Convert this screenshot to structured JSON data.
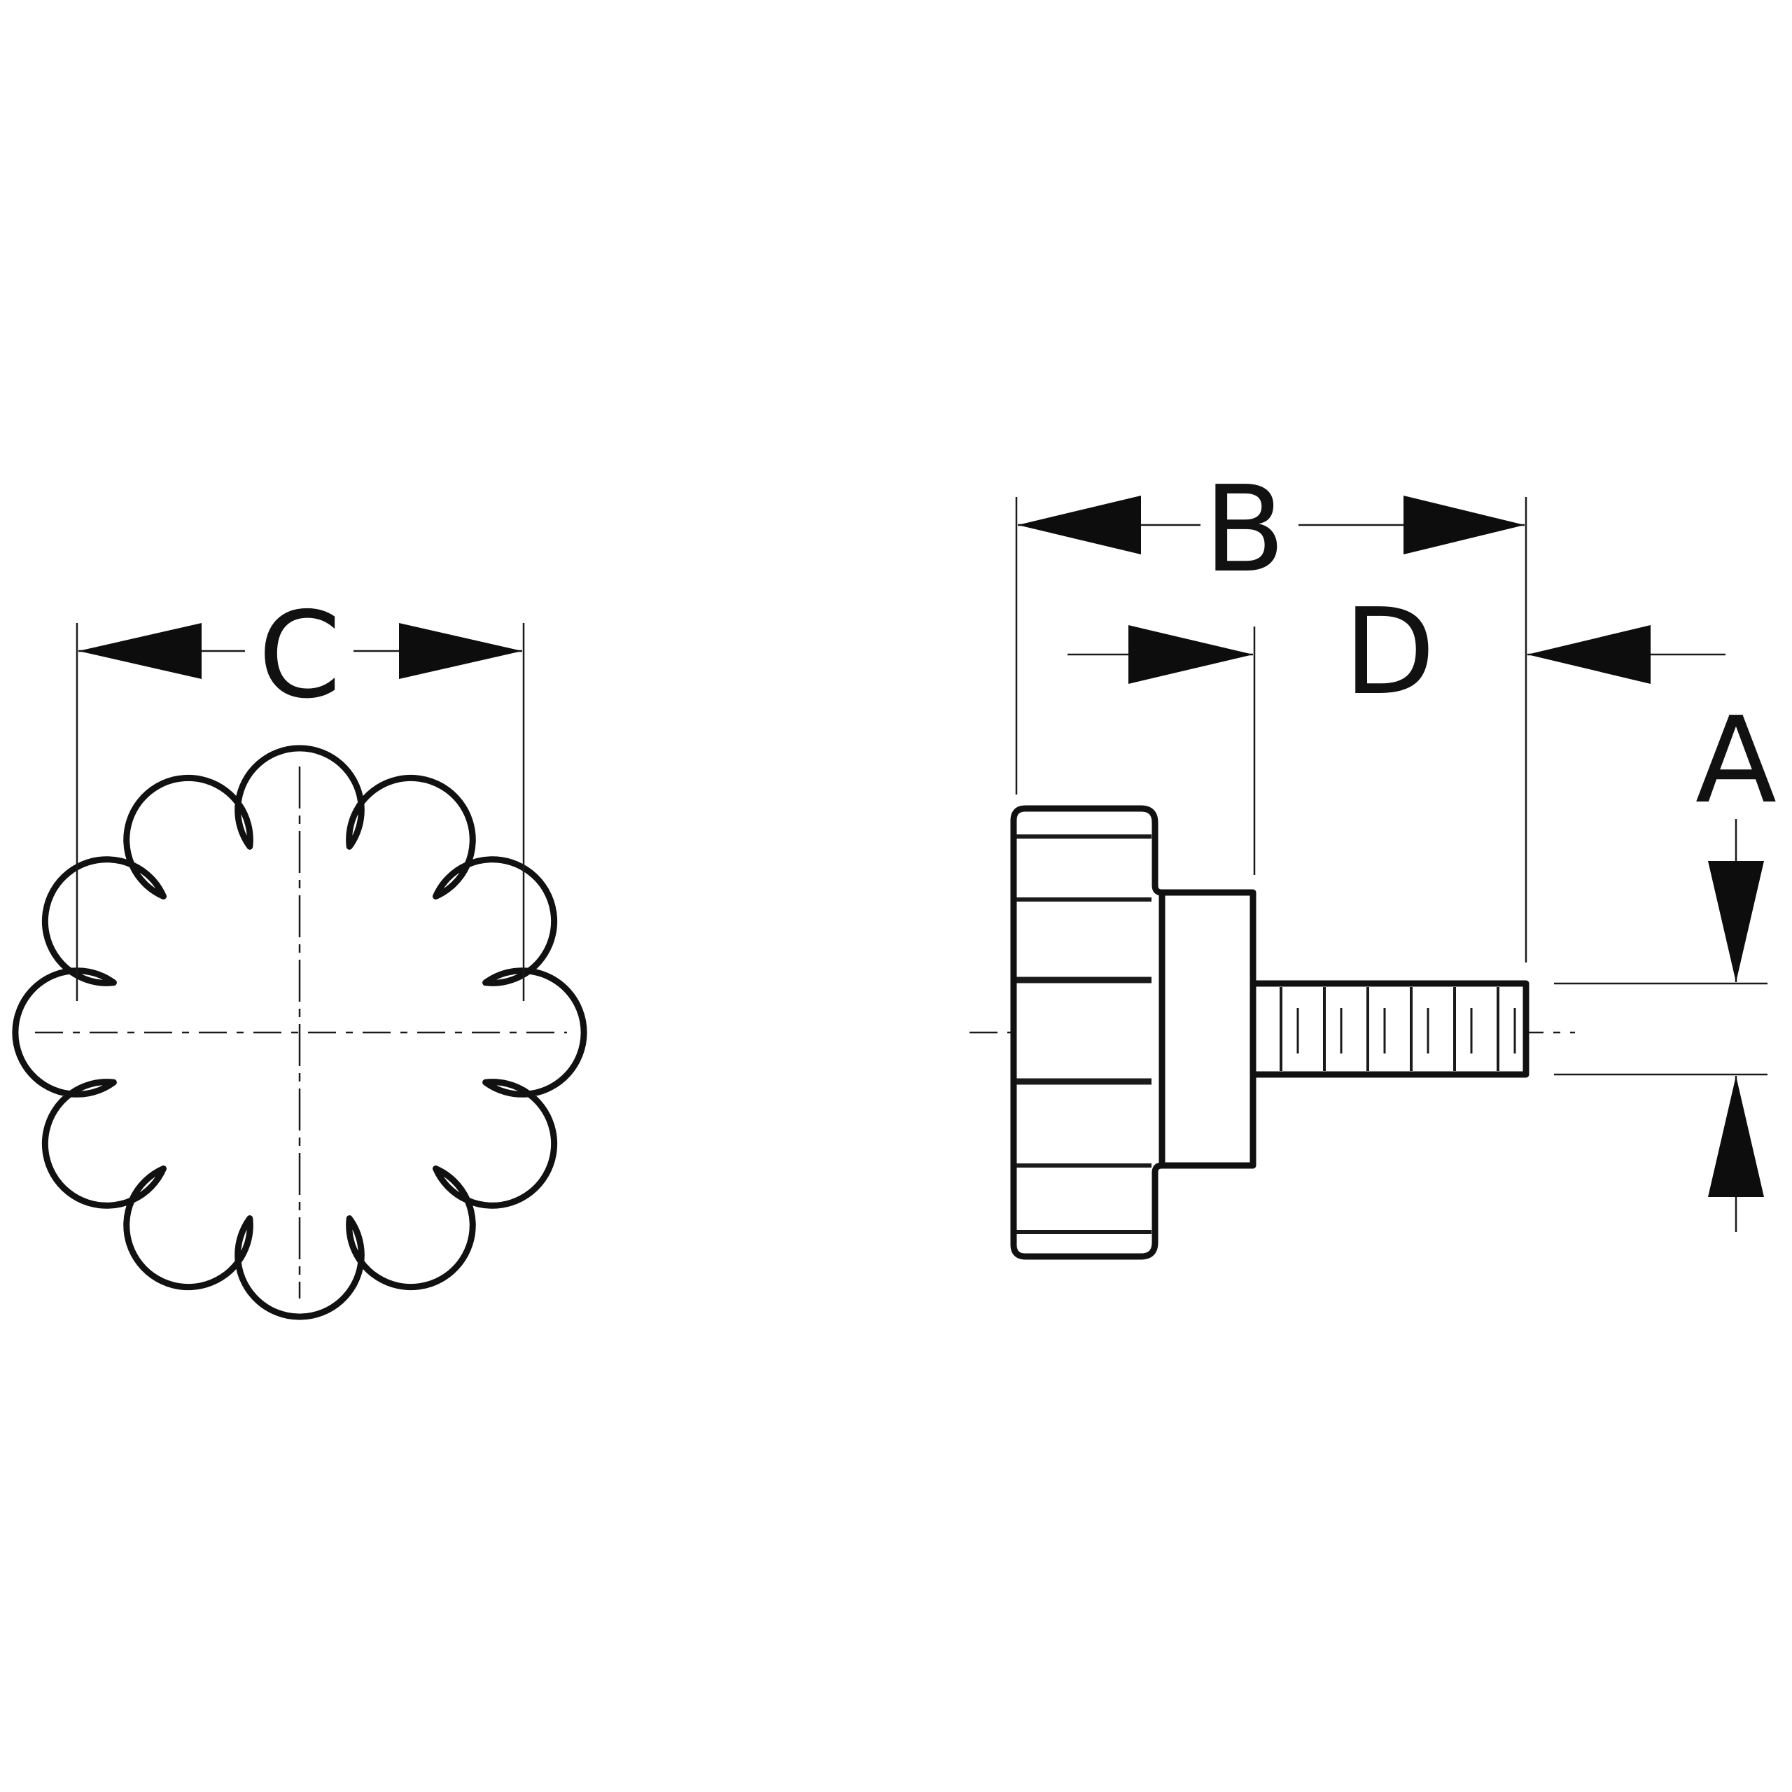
{
  "labels": {
    "a": "A",
    "b": "B",
    "c": "C",
    "d": "D"
  },
  "colors": {
    "line": "#1a1a1a",
    "arrow": "#0d0d0d",
    "background": "#ffffff"
  }
}
